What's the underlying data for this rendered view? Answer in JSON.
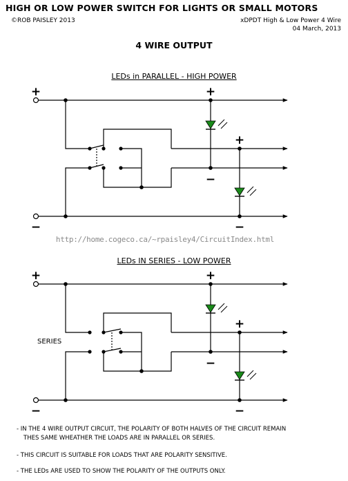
{
  "header": {
    "title": "HIGH OR LOW POWER SWITCH FOR LIGHTS OR SMALL MOTORS",
    "copyright": "©ROB PAISLEY 2013",
    "subtitle_line1": "xDPDT High & Low Power 4 Wire",
    "subtitle_line2": "04 March, 2013"
  },
  "heading": "4 WIRE OUTPUT",
  "diagrams": {
    "parallel": {
      "title": "LEDs in PARALLEL - HIGH POWER",
      "plus": "+",
      "minus": "−"
    },
    "series": {
      "title": "LEDs IN SERIES - LOW POWER",
      "switch_label": "SERIES",
      "plus": "+",
      "minus": "−"
    }
  },
  "url": "http://home.cogeco.ca/~rpaisley4/CircuitIndex.html",
  "notes": [
    "- IN THE 4 WIRE OUTPUT CIRCUIT, THE POLARITY OF BOTH HALVES OF THE CIRCUIT REMAIN",
    "THES SAME WHEATHER THE LOADS ARE IN PARALLEL OR SERIES.",
    "- THIS CIRCUIT IS SUITABLE FOR LOADS THAT ARE POLARITY SENSITIVE.",
    "- THE LEDs ARE USED TO SHOW THE POLARITY OF THE OUTPUTS ONLY."
  ],
  "colors": {
    "led": "#1a8a1a",
    "wire": "#000000",
    "url": "#8a8a8a"
  }
}
